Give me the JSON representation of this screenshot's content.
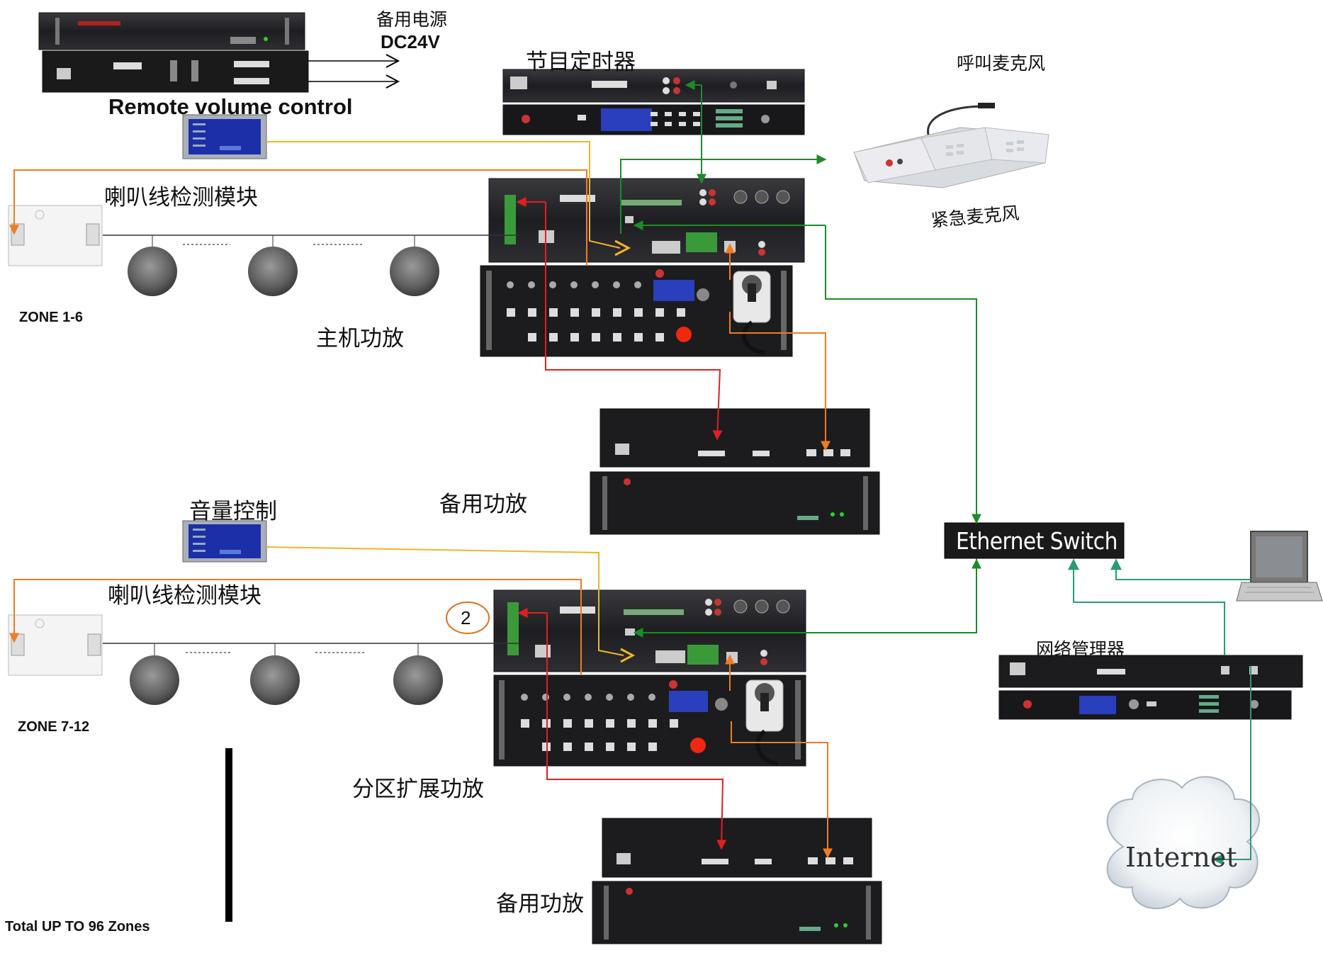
{
  "labels": {
    "backup_power": "备用电源",
    "dc24v": "DC24V",
    "remote_volume_control": "Remote volume control",
    "program_timer": "节目定时器",
    "call_microphone": "呼叫麦克风",
    "emergency_microphone": "紧急麦克风",
    "line_detect_module_1": "喇叭线检测模块",
    "line_detect_module_2": "喇叭线检测模块",
    "zone_1_6": "ZONE 1-6",
    "zone_7_12": "ZONE 7-12",
    "main_amplifier": "主机功放",
    "backup_amplifier_1": "备用功放",
    "backup_amplifier_2": "备用功放",
    "volume_control": "音量控制",
    "zone_expansion_amplifier": "分区扩展功放",
    "ethernet_switch": "Ethernet Switch",
    "network_manager": "网络管理器",
    "internet": "Internet",
    "badge_2": "2",
    "total_zones": "Total UP TO 96 Zones"
  },
  "colors": {
    "orange": "#f07c1e",
    "red": "#e02020",
    "green": "#1e8a2a",
    "teal": "#2a9a78",
    "yellow": "#f0b428",
    "device_dark": "#1c1c1e"
  }
}
